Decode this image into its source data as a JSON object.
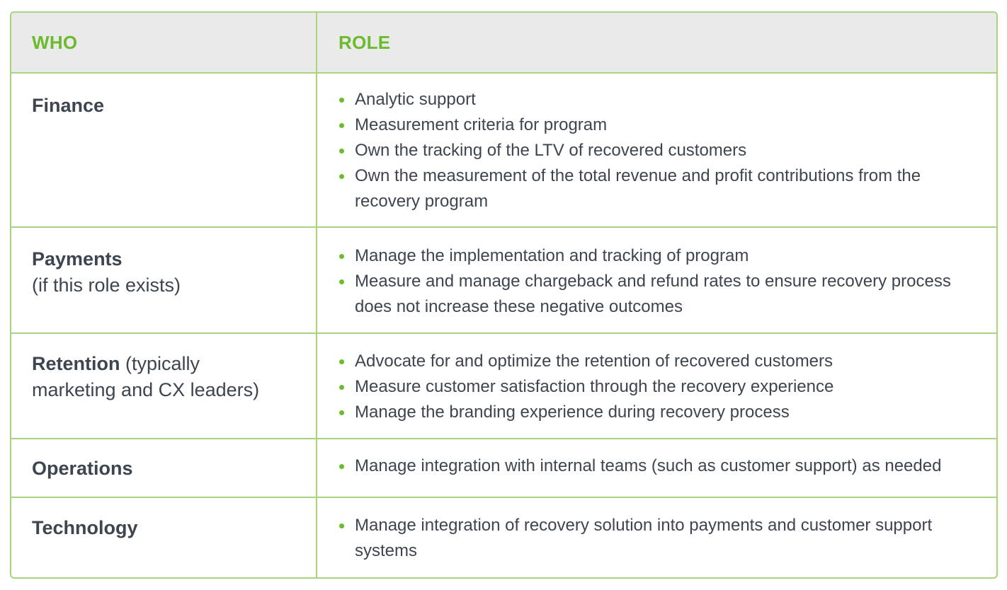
{
  "header": {
    "who": "WHO",
    "role": "ROLE"
  },
  "rows": [
    {
      "who_strong": "Finance",
      "who_rest": "",
      "who_line2": "",
      "roles": [
        "Analytic support",
        "Measurement criteria for program",
        "Own the tracking of the LTV of recovered customers",
        "Own the measurement of the total revenue and profit contributions from the recovery program"
      ]
    },
    {
      "who_strong": "Payments",
      "who_rest": "",
      "who_line2": "(if this role exists)",
      "roles": [
        "Manage the implementation and tracking of program",
        "Measure and manage chargeback and refund rates to ensure recovery process does not increase these negative outcomes"
      ]
    },
    {
      "who_strong": "Retention",
      "who_rest": " (typically",
      "who_line2": "marketing and CX leaders)",
      "roles": [
        "Advocate for and optimize the retention of recovered customers",
        "Measure customer satisfaction through the recovery experience",
        "Manage the branding experience during recovery process"
      ]
    },
    {
      "who_strong": "Operations",
      "who_rest": "",
      "who_line2": "",
      "roles": [
        "Manage integration with internal teams (such as customer support) as needed"
      ]
    },
    {
      "who_strong": "Technology",
      "who_rest": "",
      "who_line2": "",
      "roles": [
        "Manage integration of recovery solution into payments and customer support systems"
      ]
    }
  ],
  "colors": {
    "accent_green": "#6cba2e",
    "border_green": "#a9d37c",
    "header_bg": "#eaeaea",
    "text": "#3d4550"
  }
}
